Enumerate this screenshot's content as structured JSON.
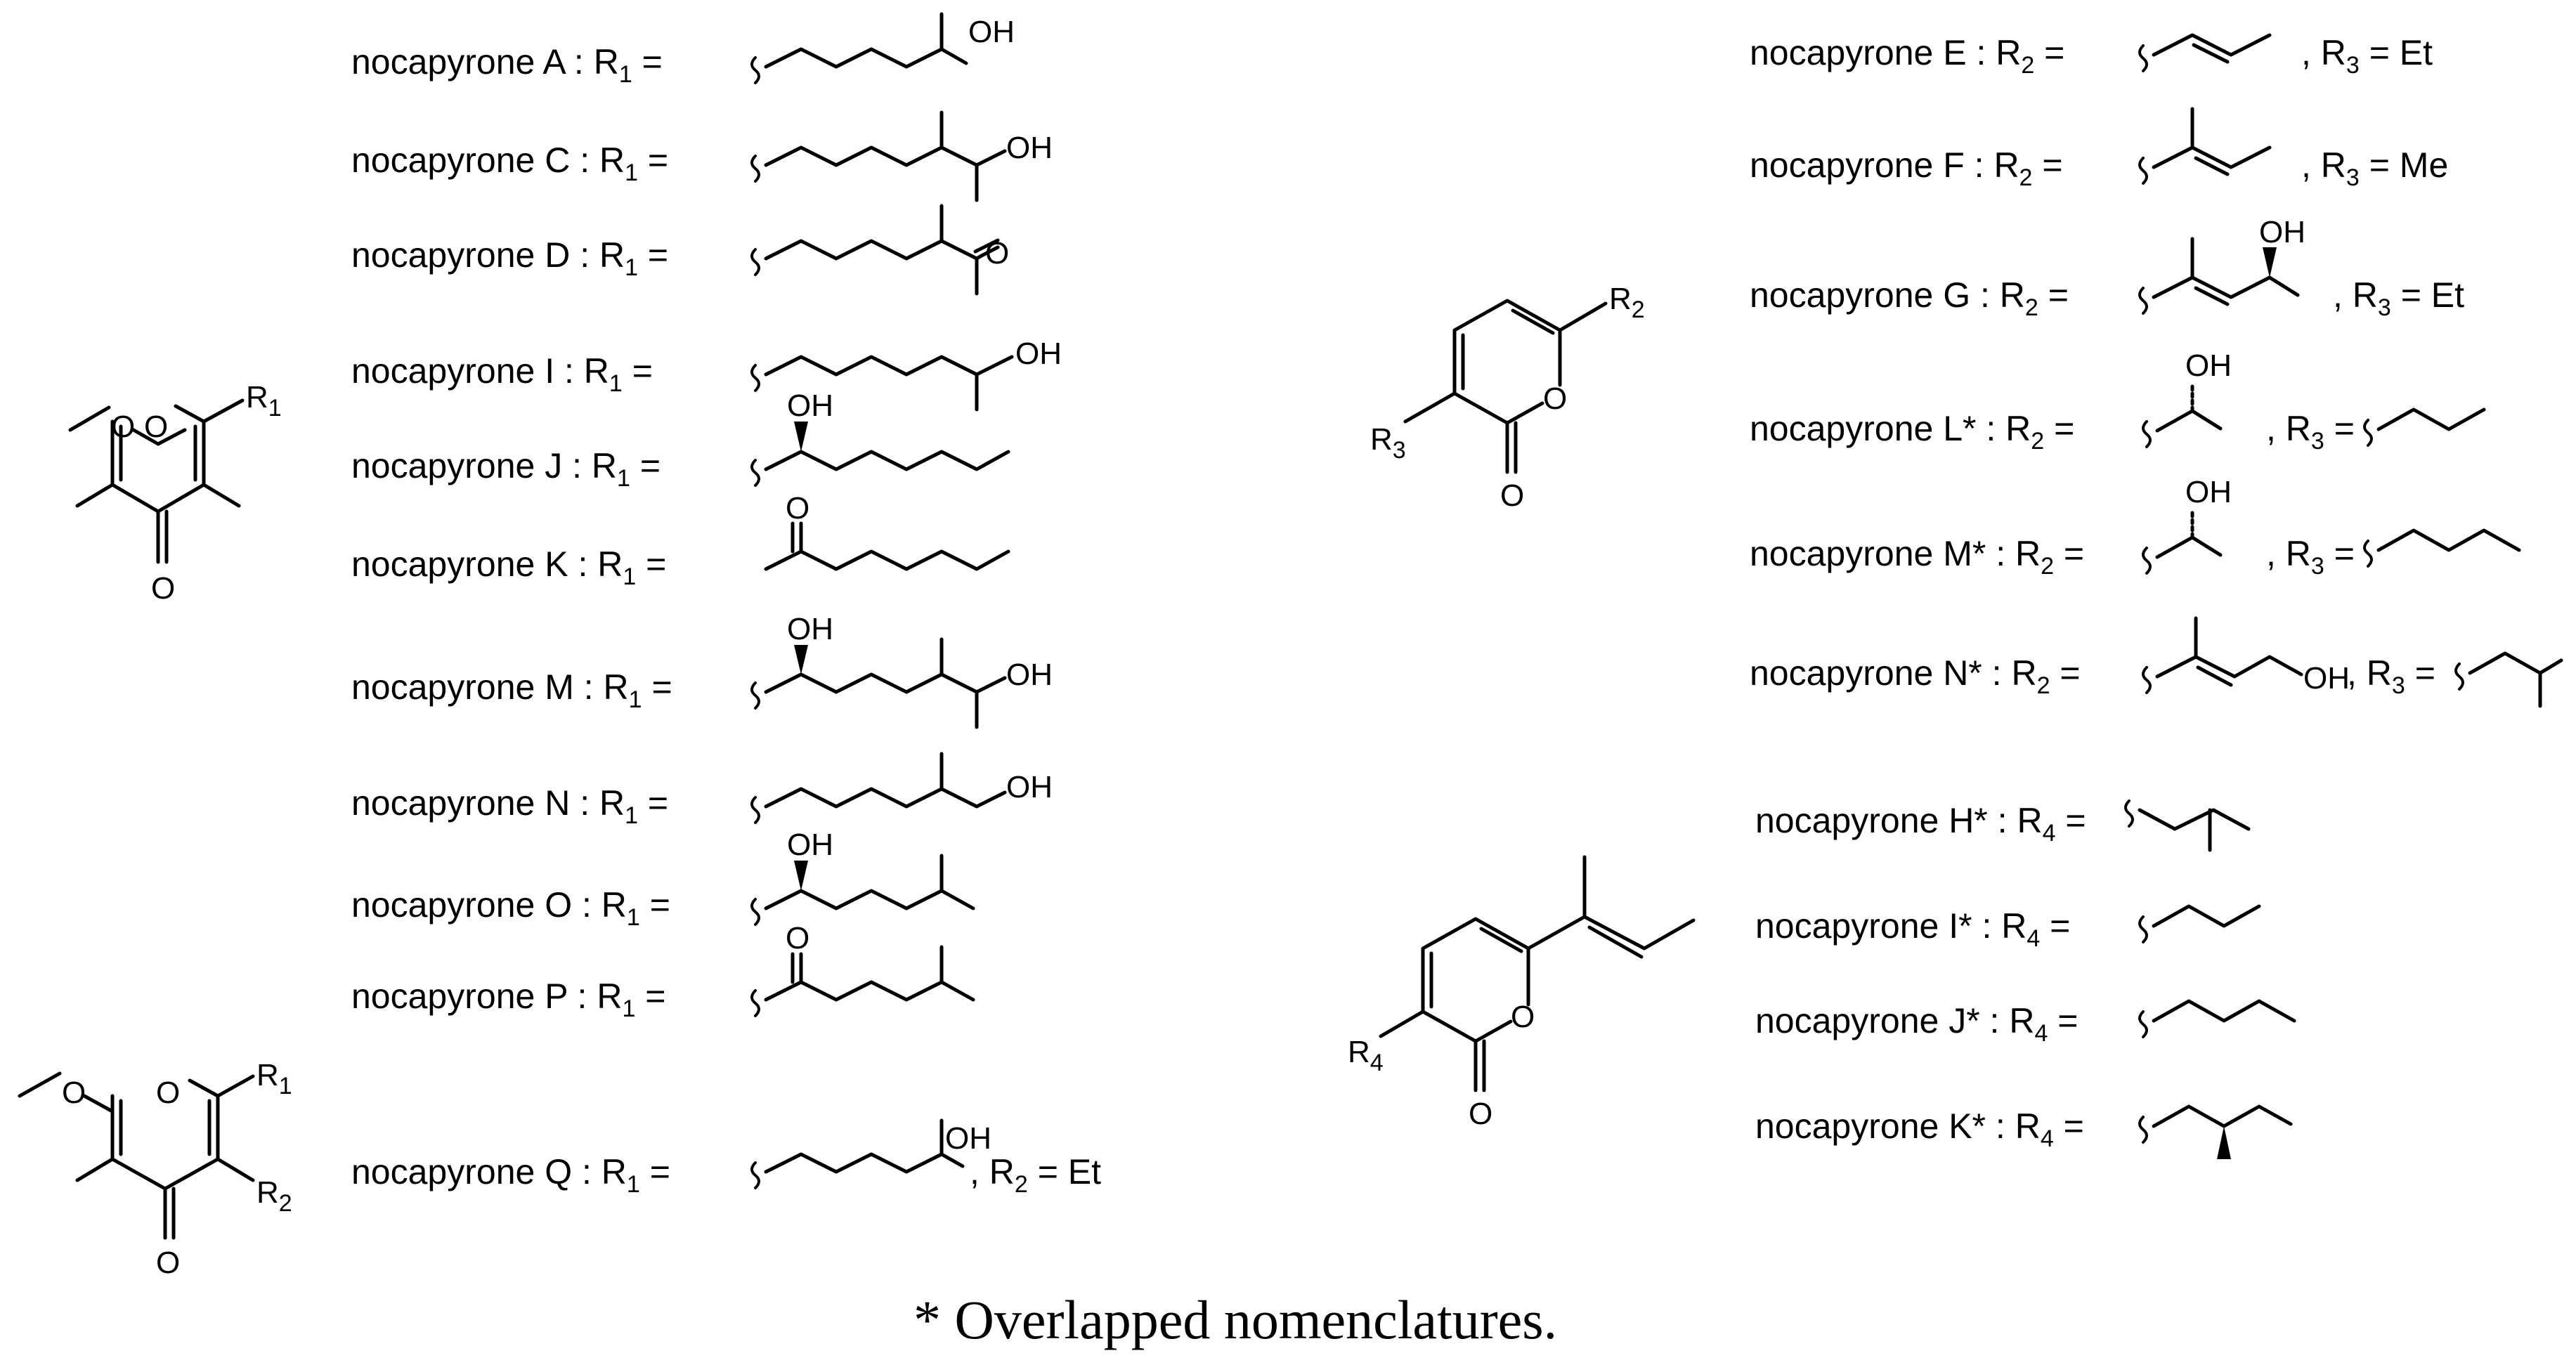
{
  "core_labels": {
    "R1": "R1",
    "R2": "R2",
    "R3": "R3",
    "R4": "R4",
    "O": "O"
  },
  "groupA": {
    "title_prefix": "nocapyrone",
    "rows": [
      {
        "name": "nocapyrone A",
        "rlabel": "R",
        "rsub": "1",
        "eq": "=",
        "annot": "OH",
        "tail": ""
      },
      {
        "name": "nocapyrone C",
        "rlabel": "R",
        "rsub": "1",
        "eq": "=",
        "annot": "OH",
        "tail": ""
      },
      {
        "name": "nocapyrone D",
        "rlabel": "R",
        "rsub": "1",
        "eq": "=",
        "annot": "O",
        "tail": ""
      },
      {
        "name": "nocapyrone I",
        "rlabel": "R",
        "rsub": "1",
        "eq": "=",
        "annot": "OH",
        "tail": ""
      },
      {
        "name": "nocapyrone J",
        "rlabel": "R",
        "rsub": "1",
        "eq": "=",
        "annot": "OH",
        "tail": ""
      },
      {
        "name": "nocapyrone K",
        "rlabel": "R",
        "rsub": "1",
        "eq": "=",
        "annot": "O",
        "tail": ""
      },
      {
        "name": "nocapyrone M",
        "rlabel": "R",
        "rsub": "1",
        "eq": "=",
        "annot": "OH",
        "annot2": "OH",
        "tail": ""
      },
      {
        "name": "nocapyrone N",
        "rlabel": "R",
        "rsub": "1",
        "eq": "=",
        "annot": "OH",
        "tail": ""
      },
      {
        "name": "nocapyrone O",
        "rlabel": "R",
        "rsub": "1",
        "eq": "=",
        "annot": "OH",
        "tail": ""
      },
      {
        "name": "nocapyrone P",
        "rlabel": "R",
        "rsub": "1",
        "eq": "=",
        "annot": "O",
        "tail": ""
      }
    ]
  },
  "groupQ": {
    "name": "nocapyrone Q",
    "rlabel": "R",
    "rsub": "1",
    "eq": "=",
    "annot": "OH",
    "tail_prefix": ", R",
    "tail_sub": "2",
    "tail_suffix": " = Et"
  },
  "groupE": {
    "rows": [
      {
        "name": "nocapyrone E",
        "rlabel": "R",
        "rsub": "2",
        "eq": "=",
        "annot": "",
        "t_prefix": ", R",
        "t_sub": "3",
        "t_suffix": " = Et"
      },
      {
        "name": "nocapyrone F",
        "rlabel": "R",
        "rsub": "2",
        "eq": "=",
        "annot": "",
        "t_prefix": ", R",
        "t_sub": "3",
        "t_suffix": " = Me"
      },
      {
        "name": "nocapyrone G",
        "rlabel": "R",
        "rsub": "2",
        "eq": "=",
        "annot": "OH",
        "t_prefix": ", R",
        "t_sub": "3",
        "t_suffix": " = Et"
      },
      {
        "name": "nocapyrone L*",
        "rlabel": "R",
        "rsub": "2",
        "eq": "=",
        "annot": "OH",
        "t_prefix": ", R",
        "t_sub": "3",
        "t_suffix": " ="
      },
      {
        "name": "nocapyrone M*",
        "rlabel": "R",
        "rsub": "2",
        "eq": "=",
        "annot": "OH",
        "t_prefix": ", R",
        "t_sub": "3",
        "t_suffix": " ="
      },
      {
        "name": "nocapyrone N*",
        "rlabel": "R",
        "rsub": "2",
        "eq": "=",
        "annot": "OH",
        "t_prefix": ", R",
        "t_sub": "3",
        "t_suffix": " ="
      }
    ]
  },
  "groupH": {
    "rows": [
      {
        "name": "nocapyrone H*",
        "rlabel": "R",
        "rsub": "4",
        "eq": "="
      },
      {
        "name": "nocapyrone I*",
        "rlabel": "R",
        "rsub": "4",
        "eq": "="
      },
      {
        "name": "nocapyrone J*",
        "rlabel": "R",
        "rsub": "4",
        "eq": "="
      },
      {
        "name": "nocapyrone K*",
        "rlabel": "R",
        "rsub": "4",
        "eq": "="
      }
    ]
  },
  "footnote": "* Overlapped nomenclatures."
}
